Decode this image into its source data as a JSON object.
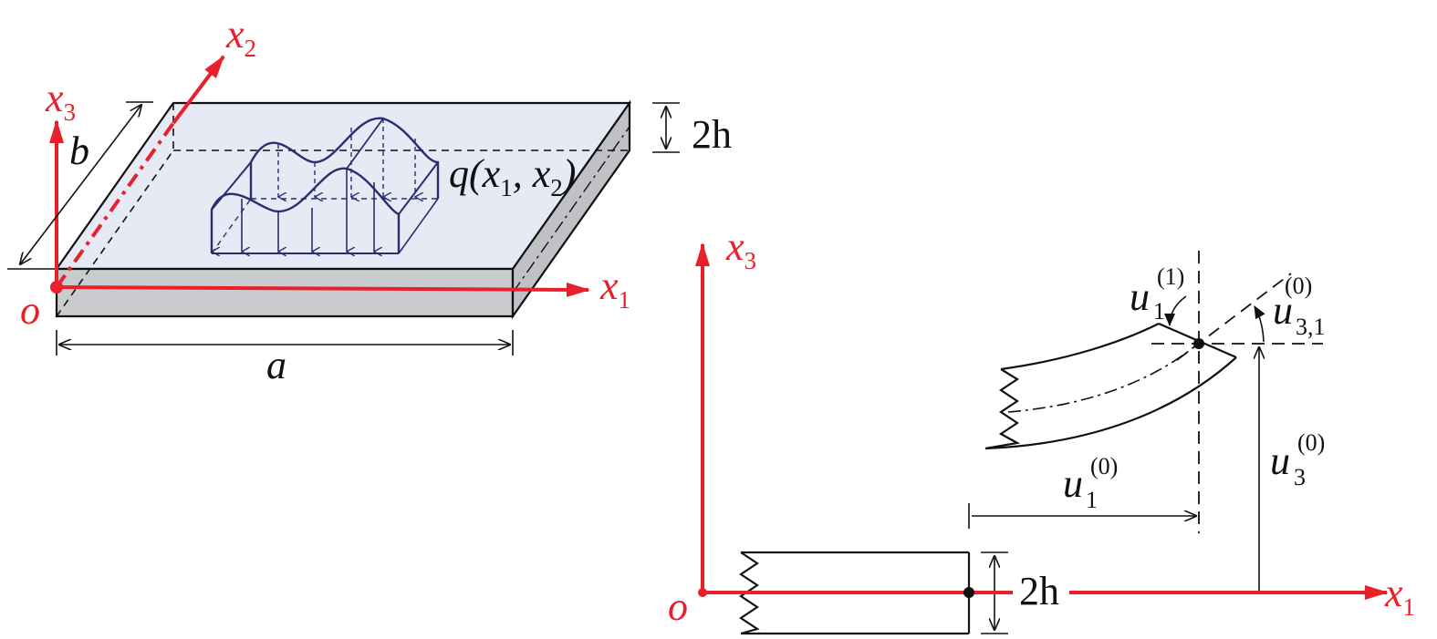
{
  "colors": {
    "axis": "#e8202a",
    "outline": "#111111",
    "load": "#2a2e6e",
    "plate_top": "#e6eaf4",
    "plate_side": "#c9cbcf"
  },
  "plate": {
    "origin": "o",
    "axis_x1": {
      "base": "x",
      "sub": "1"
    },
    "axis_x2": {
      "base": "x",
      "sub": "2"
    },
    "axis_x3": {
      "base": "x",
      "sub": "3"
    },
    "width_label": "b",
    "length_label": "a",
    "thickness_label": "2h",
    "load_label": "q(x",
    "load_sub1": "1",
    "load_mid": ", x",
    "load_sub2": "2",
    "load_close": ")"
  },
  "beam": {
    "origin": "o",
    "axis_x1": {
      "base": "x",
      "sub": "1"
    },
    "axis_x3": {
      "base": "x",
      "sub": "3"
    },
    "thickness_label": "2h",
    "u1_1": {
      "base": "u",
      "sub": "1",
      "sup": "(1)"
    },
    "u31_0": {
      "base": "u",
      "sub": "3,1",
      "sup": "(0)"
    },
    "u1_0": {
      "base": "u",
      "sub": "1",
      "sup": "(0)"
    },
    "u3_0": {
      "base": "u",
      "sub": "3",
      "sup": "(0)"
    }
  }
}
